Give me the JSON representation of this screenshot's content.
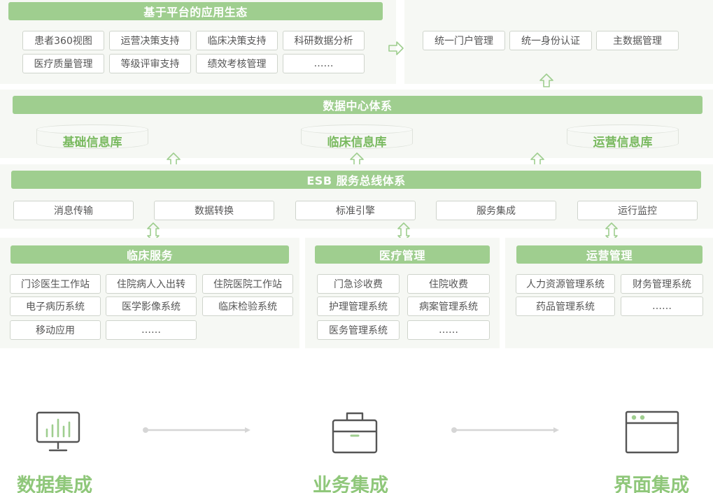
{
  "platform": {
    "title": "基于平台的应用生态",
    "apps": [
      "患者360视图",
      "运营决策支持",
      "临床决策支持",
      "科研数据分析",
      "医疗质量管理",
      "等级评审支持",
      "绩效考核管理",
      "……"
    ],
    "right_items": [
      "统一门户管理",
      "统一身份认证",
      "主数据管理"
    ]
  },
  "data_center": {
    "title": "数据中心体系",
    "libraries": [
      "基础信息库",
      "临床信息库",
      "运营信息库"
    ]
  },
  "esb": {
    "title": "ESB 服务总线体系",
    "functions": [
      "消息传输",
      "数据转换",
      "标准引擎",
      "服务集成",
      "运行监控"
    ]
  },
  "clinical": {
    "title": "临床服务",
    "items": [
      "门诊医生工作站",
      "住院病人入出转",
      "住院医院工作站",
      "电子病历系统",
      "医学影像系统",
      "临床检验系统",
      "移动应用",
      "……"
    ]
  },
  "medical": {
    "title": "医疗管理",
    "items": [
      "门急诊收费",
      "住院收费",
      "护理管理系统",
      "病案管理系统",
      "医务管理系统",
      "……"
    ]
  },
  "operations": {
    "title": "运营管理",
    "items": [
      "人力资源管理系统",
      "财务管理系统",
      "药品管理系统",
      "……"
    ]
  },
  "integration": {
    "labels": [
      "数据集成",
      "业务集成",
      "界面集成"
    ],
    "icons": [
      "monitor-chart-icon",
      "briefcase-icon",
      "browser-window-icon"
    ]
  },
  "colors": {
    "accent": "#9fce8f",
    "accent_text": "#8fc77a",
    "panel": "#f6f8f4",
    "border": "#cfd4cc",
    "icon": "#555555"
  }
}
